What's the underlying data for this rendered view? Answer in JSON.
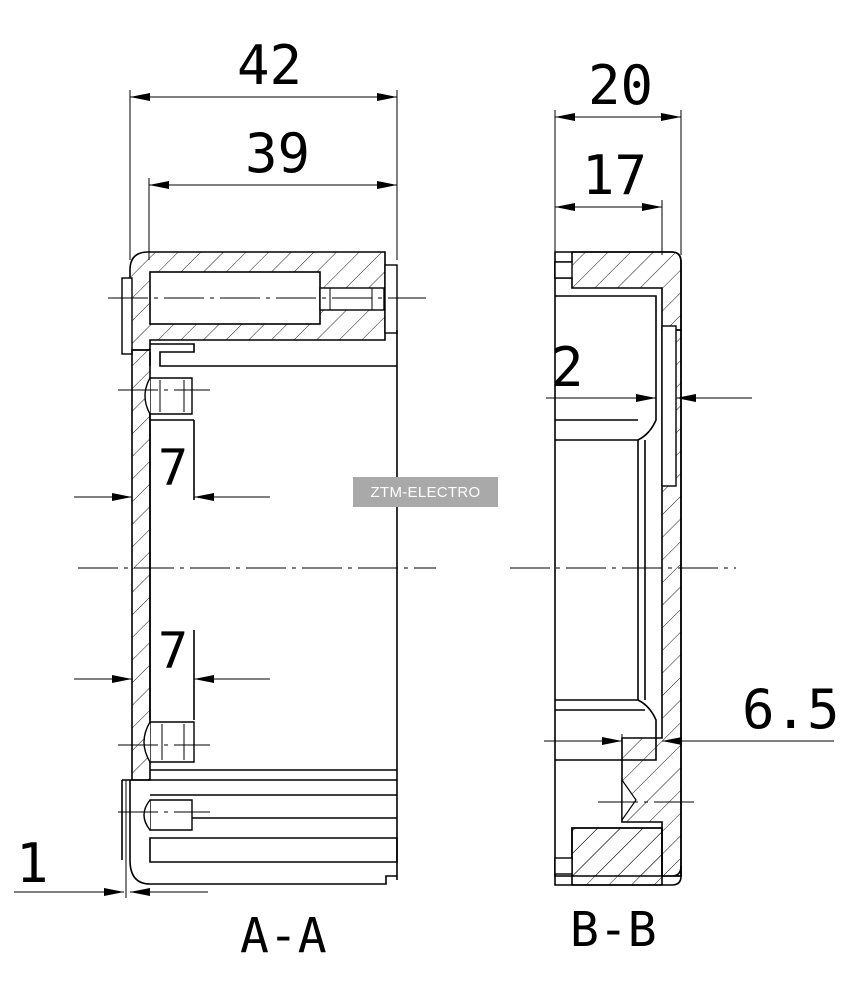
{
  "watermark": "ZTM-ELECTRO",
  "views": {
    "aa": {
      "label": "A-A"
    },
    "bb": {
      "label": "B-B"
    }
  },
  "dimensions": {
    "aa_overall_width": "42",
    "aa_inner_width": "39",
    "aa_hole_upper": "7",
    "aa_hole_lower": "7",
    "aa_wall": "1",
    "bb_overall_width": "20",
    "bb_inner_width": "17",
    "bb_step": "2",
    "bb_recess": "6.5"
  }
}
